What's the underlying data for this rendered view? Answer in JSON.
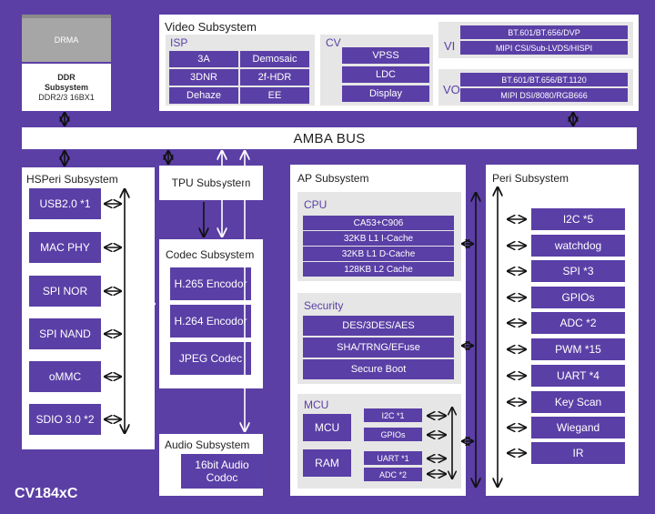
{
  "chip_name": "CV184xC",
  "dram": {
    "label": "DRMA"
  },
  "ddr": {
    "title": "DDR",
    "title2": "Subsystem",
    "spec": "DDR2/3 16BX1"
  },
  "video": {
    "title": "Video Subsystem",
    "isp": {
      "label": "ISP",
      "blocks": [
        "3A",
        "Demosaic",
        "3DNR",
        "2f-HDR",
        "Dehaze",
        "EE"
      ]
    },
    "cv": {
      "label": "CV",
      "blocks": [
        "VPSS",
        "LDC",
        "Display"
      ]
    },
    "vi": {
      "label": "VI",
      "blocks": [
        "BT.601/BT.656/DVP",
        "MIPI CSI/Sub-LVDS/HISPI"
      ]
    },
    "vo": {
      "label": "VO",
      "blocks": [
        "BT.601/BT.656/BT.1120",
        "MIPI DSI/8080/RGB666"
      ]
    }
  },
  "amba": {
    "label": "AMBA BUS"
  },
  "hsperi": {
    "title": "HSPeri Subsystem",
    "blocks": [
      "USB2.0 *1",
      "MAC PHY",
      "SPI NOR",
      "SPI NAND",
      "oMMC",
      "SDIO 3.0 *2"
    ]
  },
  "tpu": {
    "title": "TPU  Subsystem"
  },
  "codec": {
    "title": "Codec Subsystem",
    "blocks": [
      "H.265 Encodor",
      "H.264 Encodor",
      "JPEG Codec"
    ]
  },
  "audio": {
    "title": "Audio Subsystem",
    "block_line1": "16bit Audio",
    "block_line2": "Codoc"
  },
  "ap": {
    "title": "AP Subsystem",
    "cpu": {
      "label": "CPU",
      "blocks": [
        "CA53+C906",
        "32KB L1 I-Cache",
        "32KB L1 D-Cache",
        "128KB L2 Cache"
      ]
    },
    "security": {
      "label": "Security",
      "blocks": [
        "DES/3DES/AES",
        "SHA/TRNG/EFuse",
        "Secure Boot"
      ]
    },
    "mcu": {
      "label": "MCU",
      "mcu_block": "MCU",
      "ram_block": "RAM",
      "io": [
        "I2C *1",
        "GPIOs",
        "UART *1",
        "ADC *2"
      ]
    }
  },
  "peri": {
    "title": "Peri Subsystem",
    "blocks": [
      "I2C *5",
      "watchdog",
      "SPI *3",
      "GPIOs",
      "ADC *2",
      "PWM *15",
      "UART *4",
      "Key Scan",
      "Wiegand",
      "IR"
    ]
  },
  "colors": {
    "background": "#5b3fa5",
    "block": "#5a3fa6",
    "panel": "#ffffff",
    "subpanel": "#e6e6e6",
    "dram": "#a6a6a6"
  }
}
